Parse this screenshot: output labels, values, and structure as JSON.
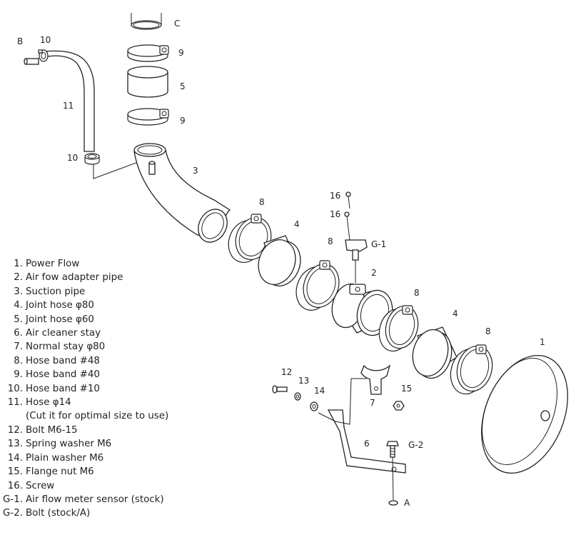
{
  "callouts": {
    "c1": "1",
    "c2": "2",
    "c3": "3",
    "c4a": "4",
    "c4b": "4",
    "c5": "5",
    "c6": "6",
    "c7": "7",
    "c8a": "8",
    "c8b": "8",
    "c8c": "8",
    "c8d": "8",
    "c9a": "9",
    "c9b": "9",
    "c10a": "10",
    "c10b": "10",
    "c11": "11",
    "c12": "12",
    "c13": "13",
    "c14": "14",
    "c15": "15",
    "c16a": "16",
    "c16b": "16",
    "cg1": "G-1",
    "cg2": "G-2"
  },
  "letters": {
    "a": "A",
    "b": "B",
    "c": "C"
  },
  "parts": [
    {
      "num": "1.",
      "name": "Power Flow"
    },
    {
      "num": "2.",
      "name": "Air fow adapter pipe"
    },
    {
      "num": "3.",
      "name": "Suction pipe"
    },
    {
      "num": "4.",
      "name": "Joint hose  φ80"
    },
    {
      "num": "5.",
      "name": "Joint hose  φ60"
    },
    {
      "num": "6.",
      "name": "Air cleaner stay"
    },
    {
      "num": "7.",
      "name": "Normal stay  φ80"
    },
    {
      "num": "8.",
      "name": "Hose band  #48"
    },
    {
      "num": "9.",
      "name": "Hose band  #40"
    },
    {
      "num": "10.",
      "name": "Hose band  #10"
    },
    {
      "num": "11.",
      "name": "Hose  φ14"
    },
    {
      "num": "12.",
      "name": "Bolt  M6-15"
    },
    {
      "num": "13.",
      "name": "Spring washer  M6"
    },
    {
      "num": "14.",
      "name": "Plain washer  M6"
    },
    {
      "num": "15.",
      "name": "Flange nut  M6"
    },
    {
      "num": "16.",
      "name": "Screw"
    },
    {
      "num": "G-1.",
      "name": "Air flow meter sensor (stock)"
    },
    {
      "num": "G-2.",
      "name": "Bolt (stock/A)"
    }
  ],
  "hose_note": "(Cut it for optimal size to use)"
}
